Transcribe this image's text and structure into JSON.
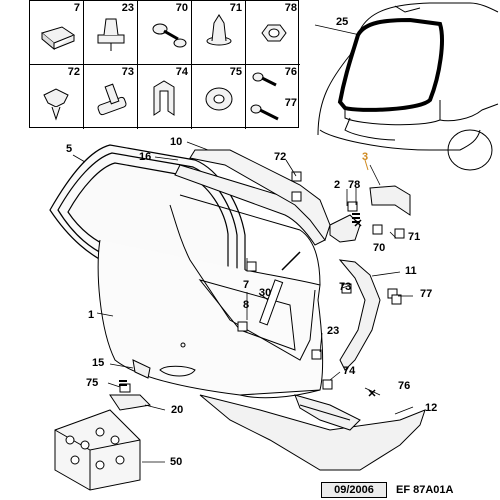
{
  "grid": {
    "cells": [
      {
        "number": "7",
        "part": "rectangular-plug"
      },
      {
        "number": "23",
        "part": "push-clip"
      },
      {
        "number": "70",
        "part": "screw-with-washer"
      },
      {
        "number": "71",
        "part": "expansion-clip"
      },
      {
        "number": "78",
        "part": "hex-nut"
      },
      {
        "number": "72",
        "part": "fir-tree-clip"
      },
      {
        "number": "73",
        "part": "stud-clip"
      },
      {
        "number": "74",
        "part": "spring-clip"
      },
      {
        "number": "75",
        "part": "washer"
      },
      {
        "number": "76",
        "part": "self-tapping-screw"
      },
      {
        "number": "77",
        "part": "bolt"
      }
    ]
  },
  "callouts": {
    "c1": "1",
    "c2": "2",
    "c3": "3",
    "c5": "5",
    "c7": "7",
    "c8": "8",
    "c10": "10",
    "c11": "11",
    "c12": "12",
    "c15": "15",
    "c16": "16",
    "c20": "20",
    "c23": "23",
    "c25": "25",
    "c30": "30",
    "c50": "50",
    "c70": "70",
    "c71": "71",
    "c72": "72",
    "c73": "73",
    "c74": "74",
    "c75": "75",
    "c76": "76",
    "c77": "77",
    "c78": "78"
  },
  "footer": {
    "date": "09/2006",
    "code": "EF 87A01A"
  },
  "colors": {
    "line": "#000000",
    "highlight": "#d08a20",
    "part_fill": "#f2f2f2"
  }
}
